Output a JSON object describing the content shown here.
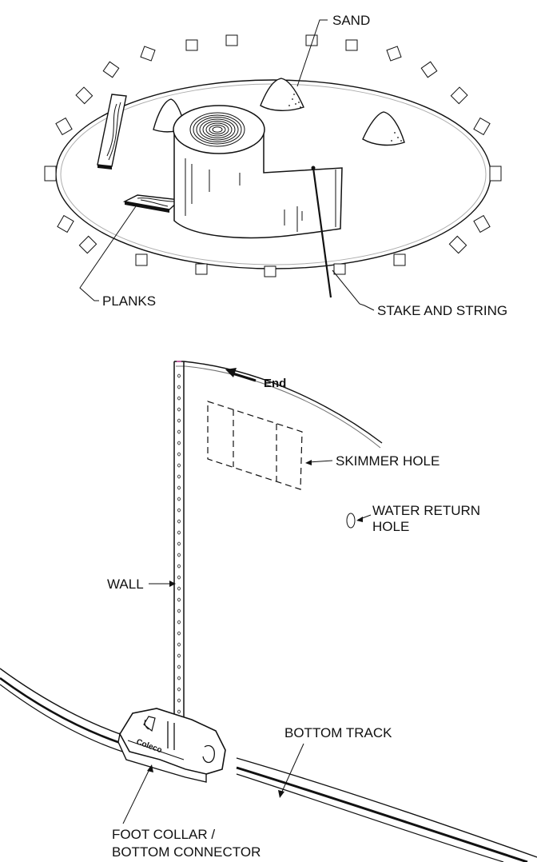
{
  "labels": {
    "sand": "SAND",
    "planks": "PLANKS",
    "stake_and_string": "STAKE AND STRING",
    "end": "End",
    "skimmer_hole": "SKIMMER HOLE",
    "water_return_line1": "WATER RETURN",
    "water_return_line2": "HOLE",
    "wall": "WALL",
    "bottom_track": "BOTTOM TRACK",
    "foot_collar_line1": "FOOT COLLAR /",
    "foot_collar_line2": "BOTTOM CONNECTOR",
    "brand_mark": "Coleco"
  },
  "colors": {
    "line": "#111111",
    "wall_top_accent": "#c05fa0"
  }
}
